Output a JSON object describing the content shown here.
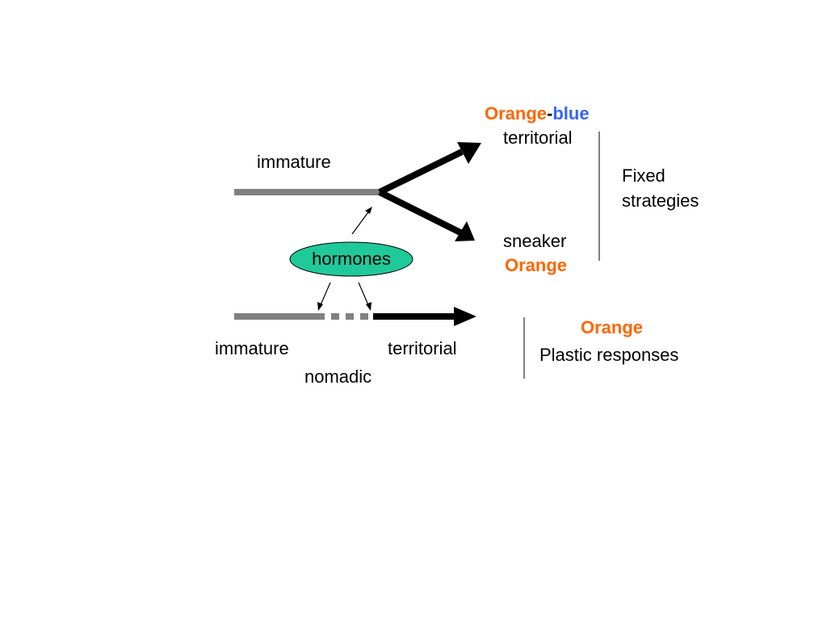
{
  "colors": {
    "orange": "#ff6600",
    "blue": "#3366ff",
    "gray_path": "#808080",
    "black_path": "#000000",
    "hormones_fill": "#1fc99a",
    "divider": "#000000"
  },
  "labels": {
    "immature_top": "immature",
    "hormones": "hormones",
    "orange_blue_orange": "Orange",
    "orange_blue_dash": "-",
    "orange_blue_blue": "blue",
    "territorial_top": "territorial",
    "sneaker": "sneaker",
    "orange_sneaker": "Orange",
    "fixed": "Fixed",
    "strategies": "strategies",
    "immature_bottom": "immature",
    "territorial_bottom": "territorial",
    "nomadic": "nomadic",
    "orange_plastic": "Orange",
    "plastic_responses": "Plastic responses"
  }
}
